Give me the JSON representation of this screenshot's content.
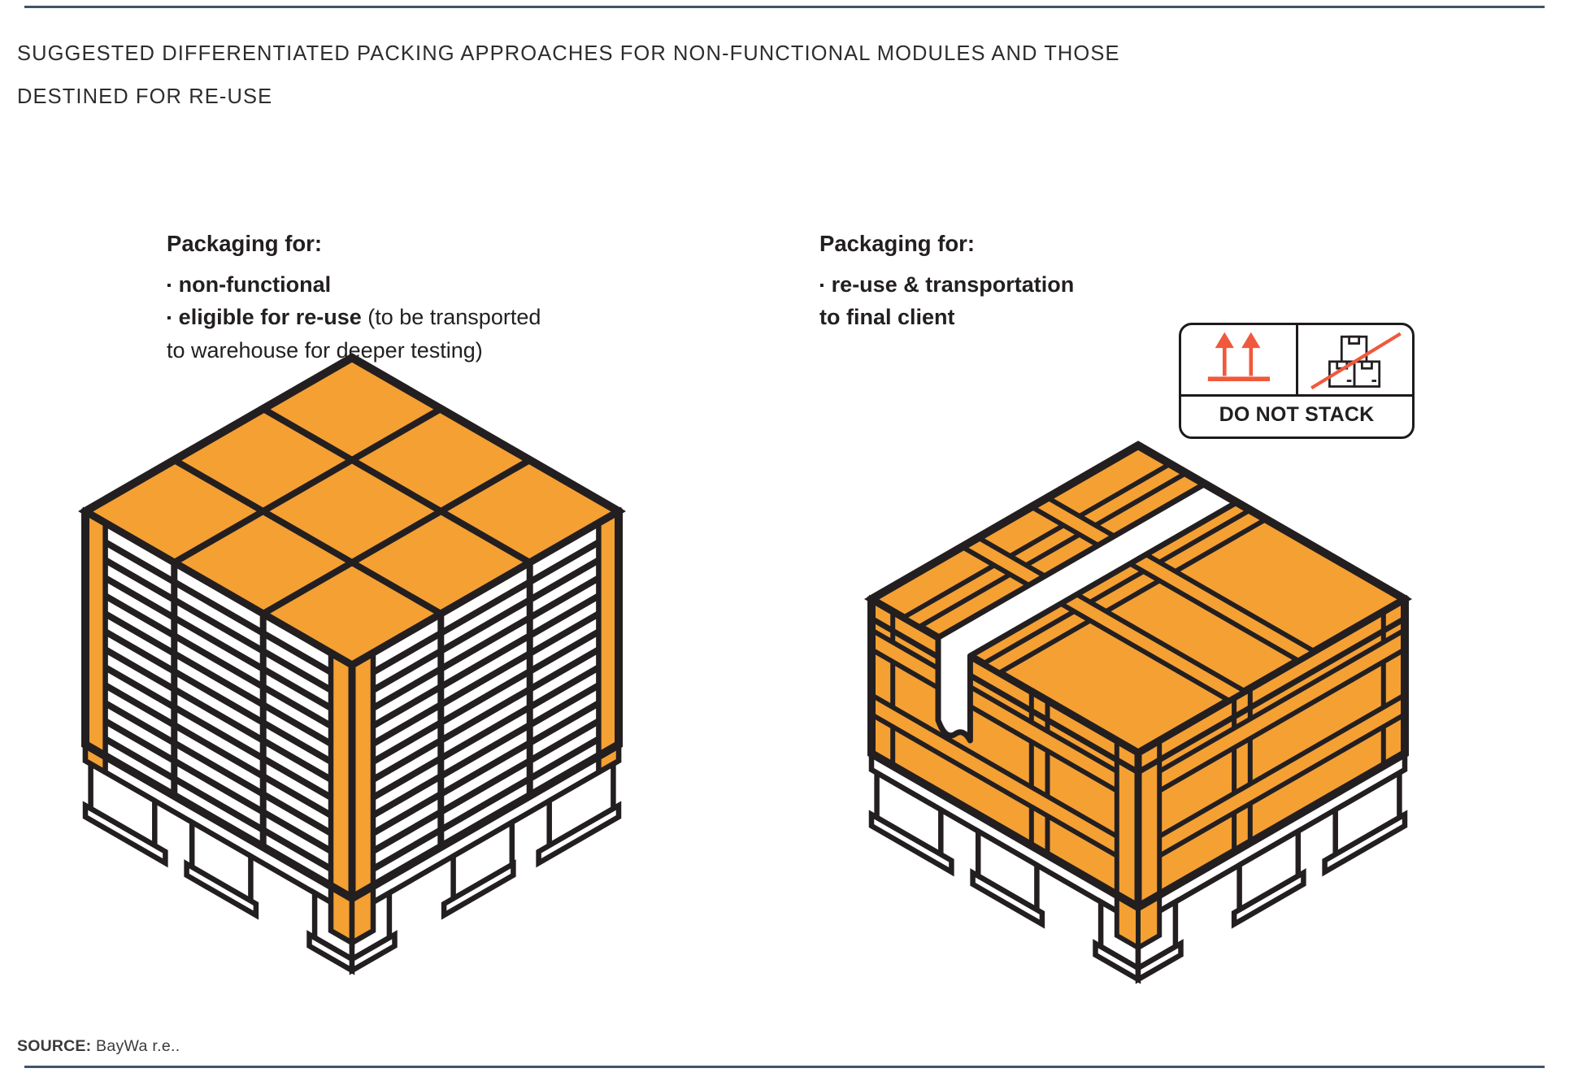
{
  "figure": {
    "title_lines": [
      "SUGGESTED DIFFERENTIATED PACKING APPROACHES FOR NON-FUNCTIONAL MODULES AND THOSE",
      "DESTINED FOR RE-USE"
    ],
    "source_label": "SOURCE:",
    "source_value": "BayWa r.e.."
  },
  "left_note": {
    "heading": "Packaging for:",
    "bullet_char": "▪",
    "item1_bold": "non-functional",
    "item2_bold": "eligible for re-use",
    "item2_rest": " (to be transported",
    "item2_continuation": "to warehouse for deeper testing)"
  },
  "right_note": {
    "heading": "Packaging for:",
    "bullet_char": "▪",
    "item1_bold": "re-use & transportation",
    "item1_continuation": "to final client"
  },
  "stack_label": {
    "text": "DO NOT STACK",
    "icons": [
      "this-way-up-icon",
      "do-not-stack-icon"
    ]
  },
  "illustrations": {
    "left": "open-frame-pallet-with-stacked-modules",
    "right": "closed-orange-crate-with-strap"
  },
  "colors": {
    "module_orange": "#F5A033",
    "signal_red": "#F0593C",
    "rule_blue": "#42536A",
    "ink": "#231F20"
  }
}
